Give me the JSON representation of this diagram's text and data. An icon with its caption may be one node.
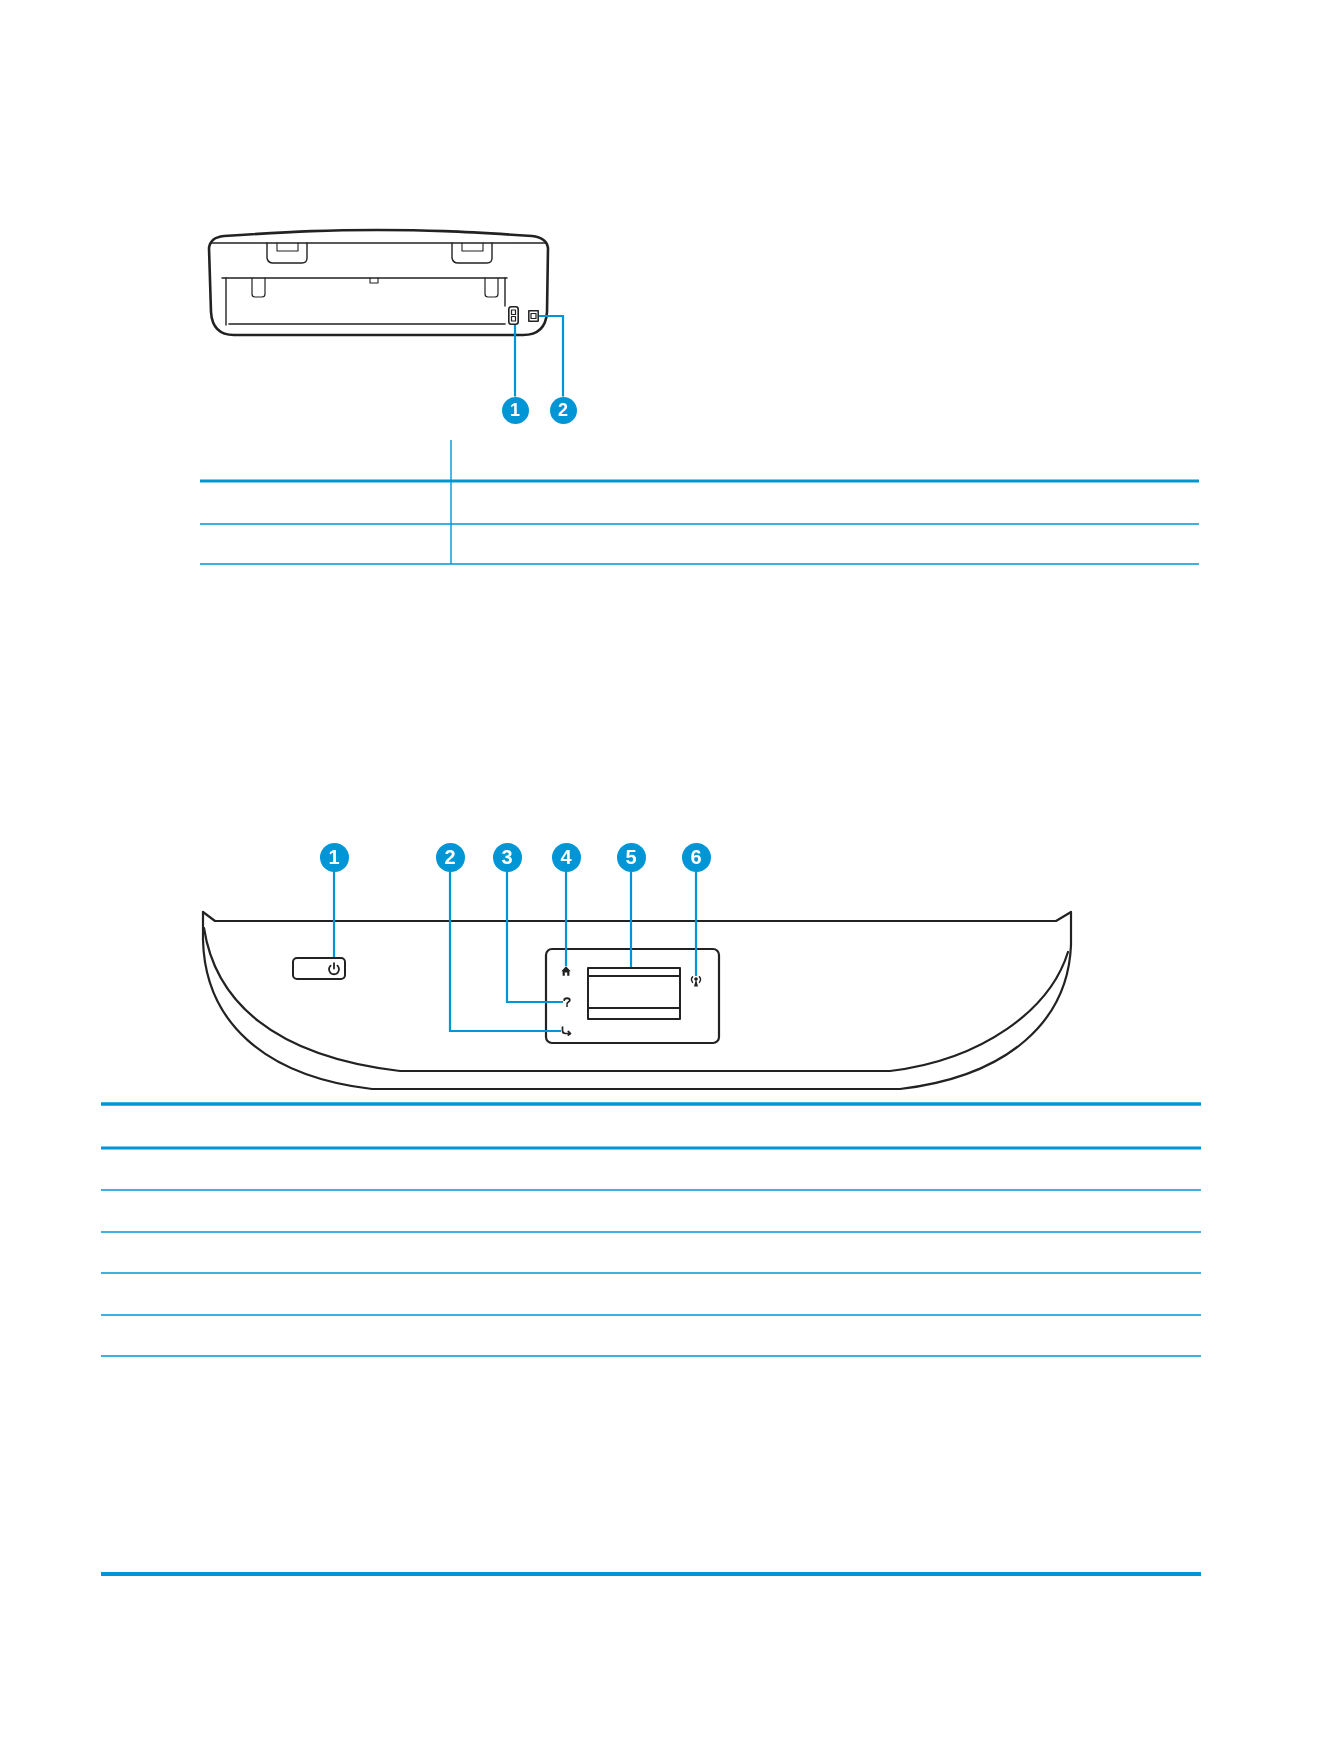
{
  "diagram": {
    "nodes": [
      {
        "text": [],
        "shape": "picture"
      },
      {
        "text": [],
        "shape": "picture"
      },
      {
        "text": [
          "1"
        ]
      },
      {
        "text": [
          "2"
        ]
      },
      {
        "text": [
          "1"
        ]
      },
      {
        "text": [
          "2"
        ]
      },
      {
        "text": [
          "3"
        ]
      },
      {
        "text": [
          "4"
        ]
      },
      {
        "text": [
          "5"
        ]
      },
      {
        "text": [
          "6"
        ]
      },
      {
        "text": [],
        "shape": "box"
      },
      {
        "text": [],
        "shape": "picture"
      },
      {
        "text": [],
        "shape": "picture"
      },
      {
        "text": [],
        "shape": "picture"
      },
      {
        "text": [],
        "shape": "box"
      },
      {
        "text": [],
        "shape": "picture"
      }
    ],
    "edges": [
      {
        "from": 2,
        "to": 0,
        "arrow": "none"
      },
      {
        "from": 3,
        "to": 1,
        "arrow": "none"
      },
      {
        "from": 4,
        "to": 10,
        "arrow": "none"
      },
      {
        "from": 5,
        "to": 13,
        "arrow": "none"
      },
      {
        "from": 6,
        "to": 12,
        "arrow": "none"
      },
      {
        "from": 7,
        "to": 11,
        "arrow": "none"
      },
      {
        "from": 8,
        "to": 14,
        "arrow": "none"
      },
      {
        "from": 9,
        "to": 15,
        "arrow": "none"
      }
    ]
  }
}
